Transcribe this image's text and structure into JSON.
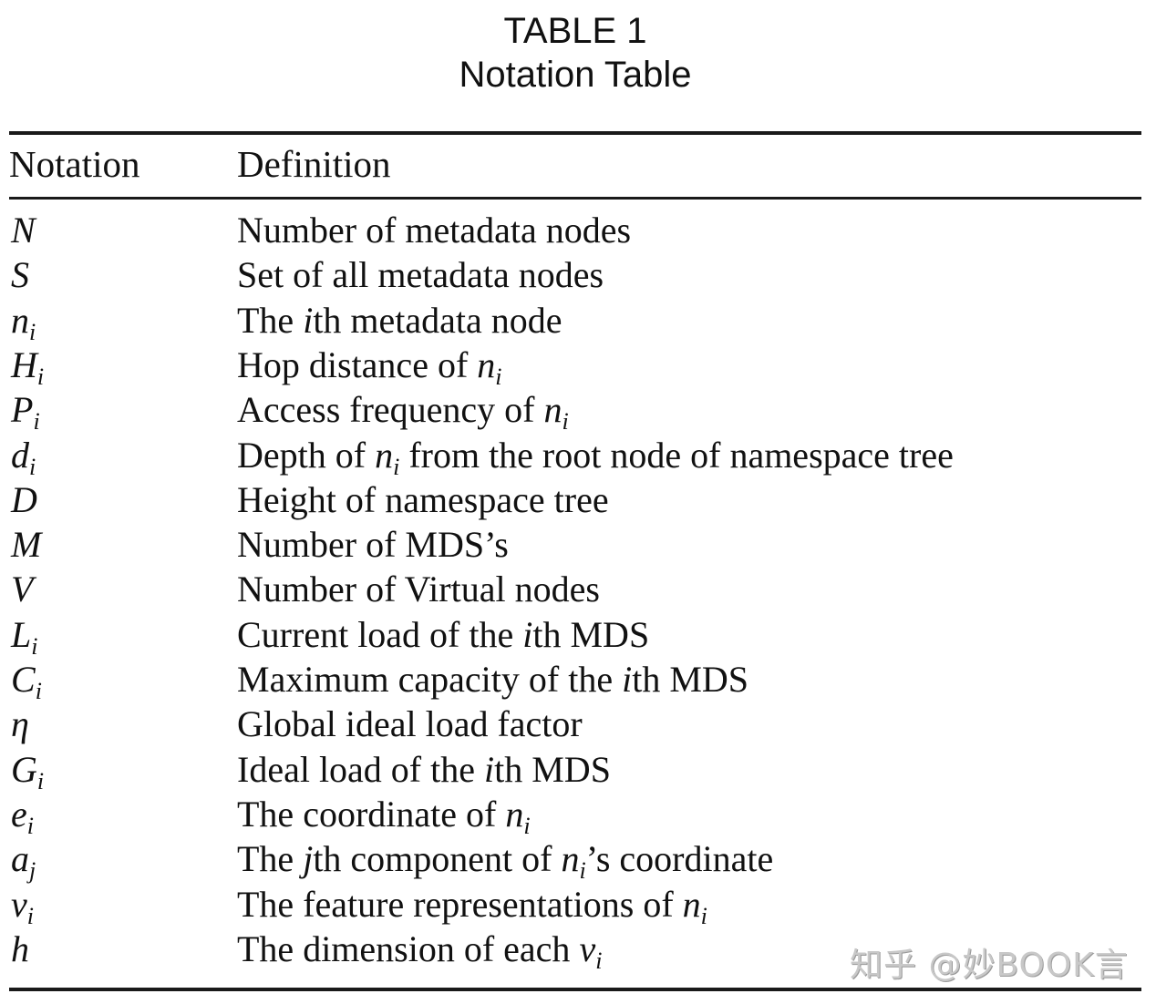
{
  "caption": {
    "label": "TABLE 1",
    "title": "Notation Table"
  },
  "table": {
    "headers": [
      "Notation",
      "Definition"
    ],
    "rows": [
      {
        "sym": "N",
        "sub": "",
        "def": [
          {
            "t": "Number of metadata nodes"
          }
        ]
      },
      {
        "sym": "S",
        "sub": "",
        "def": [
          {
            "t": "Set of all metadata nodes"
          }
        ]
      },
      {
        "sym": "n",
        "sub": "i",
        "def": [
          {
            "t": "The "
          },
          {
            "m": "i"
          },
          {
            "t": "th metadata node"
          }
        ]
      },
      {
        "sym": "H",
        "sub": "i",
        "def": [
          {
            "t": "Hop distance of "
          },
          {
            "m": "n",
            "s": "i"
          }
        ]
      },
      {
        "sym": "P",
        "sub": "i",
        "def": [
          {
            "t": "Access frequency of "
          },
          {
            "m": "n",
            "s": "i"
          }
        ]
      },
      {
        "sym": "d",
        "sub": "i",
        "def": [
          {
            "t": "Depth of "
          },
          {
            "m": "n",
            "s": "i"
          },
          {
            "t": " from the root node of namespace tree"
          }
        ]
      },
      {
        "sym": "D",
        "sub": "",
        "def": [
          {
            "t": "Height of namespace tree"
          }
        ]
      },
      {
        "sym": "M",
        "sub": "",
        "def": [
          {
            "t": "Number of MDS’s"
          }
        ]
      },
      {
        "sym": "V",
        "sub": "",
        "def": [
          {
            "t": "Number of Virtual nodes"
          }
        ]
      },
      {
        "sym": "L",
        "sub": "i",
        "def": [
          {
            "t": "Current load of the "
          },
          {
            "m": "i"
          },
          {
            "t": "th MDS"
          }
        ]
      },
      {
        "sym": "C",
        "sub": "i",
        "def": [
          {
            "t": "Maximum capacity of the "
          },
          {
            "m": "i"
          },
          {
            "t": "th MDS"
          }
        ]
      },
      {
        "sym": "η",
        "sub": "",
        "def": [
          {
            "t": "Global ideal load factor"
          }
        ]
      },
      {
        "sym": "G",
        "sub": "i",
        "def": [
          {
            "t": "Ideal load of the "
          },
          {
            "m": "i"
          },
          {
            "t": "th MDS"
          }
        ]
      },
      {
        "sym": "e",
        "sub": "i",
        "def": [
          {
            "t": "The coordinate of "
          },
          {
            "m": "n",
            "s": "i"
          }
        ]
      },
      {
        "sym": "a",
        "sub": "j",
        "def": [
          {
            "t": "The "
          },
          {
            "m": "j"
          },
          {
            "t": "th component of "
          },
          {
            "m": "n",
            "s": "i"
          },
          {
            "t": "’s coordinate"
          }
        ]
      },
      {
        "sym": "v",
        "sub": "i",
        "def": [
          {
            "t": "The feature representations of "
          },
          {
            "m": "n",
            "s": "i"
          }
        ]
      },
      {
        "sym": "h",
        "sub": "",
        "def": [
          {
            "t": "The dimension of each "
          },
          {
            "m": "v",
            "s": "i"
          }
        ]
      }
    ]
  },
  "watermark": "知乎 @妙BOOK言"
}
